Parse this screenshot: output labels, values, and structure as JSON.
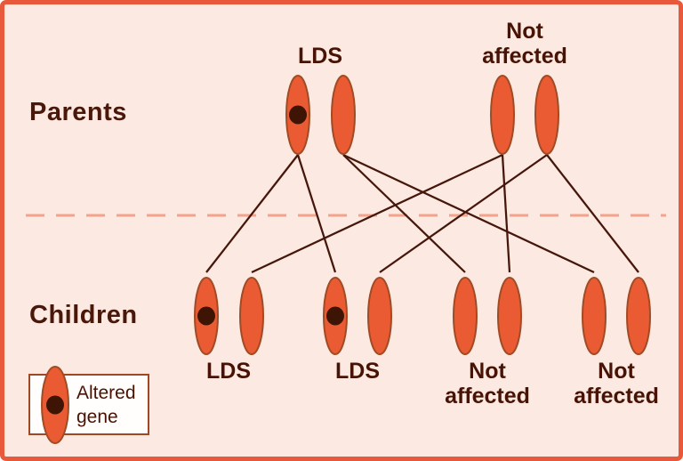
{
  "rows": {
    "parents_label": "Parents",
    "children_label": "Children"
  },
  "legend": {
    "label": "Altered gene"
  },
  "colors": {
    "panel_background": "#fbe9e2",
    "panel_border": "#e8583a",
    "chromosome_fill": "#eb5b33",
    "chromosome_stroke": "#a04b24",
    "altered_gene_dot": "#3e1505",
    "connection_line": "#45170b",
    "divider_dash": "#f5a28b",
    "label_text": "#481508",
    "legend_box_border": "#a04724",
    "legend_box_fill": "#fffefd"
  },
  "pedigree": {
    "parents": [
      {
        "id": "p0",
        "label": "LDS",
        "chromosomes": [
          {
            "id": "p0c0",
            "altered": true
          },
          {
            "id": "p0c1",
            "altered": false
          }
        ]
      },
      {
        "id": "p1",
        "label": "Not affected",
        "chromosomes": [
          {
            "id": "p1c0",
            "altered": false
          },
          {
            "id": "p1c1",
            "altered": false
          }
        ]
      }
    ],
    "children": [
      {
        "id": "k0",
        "label": "LDS",
        "chromosomes": [
          {
            "id": "k0c0",
            "altered": true
          },
          {
            "id": "k0c1",
            "altered": false
          }
        ]
      },
      {
        "id": "k1",
        "label": "LDS",
        "chromosomes": [
          {
            "id": "k1c0",
            "altered": true
          },
          {
            "id": "k1c1",
            "altered": false
          }
        ]
      },
      {
        "id": "k2",
        "label": "Not affected",
        "chromosomes": [
          {
            "id": "k2c0",
            "altered": false
          },
          {
            "id": "k2c1",
            "altered": false
          }
        ]
      },
      {
        "id": "k3",
        "label": "Not affected",
        "chromosomes": [
          {
            "id": "k3c0",
            "altered": false
          },
          {
            "id": "k3c1",
            "altered": false
          }
        ]
      }
    ],
    "connections": [
      {
        "from": "p0c0",
        "to": "k0c0"
      },
      {
        "from": "p0c0",
        "to": "k1c0"
      },
      {
        "from": "p0c1",
        "to": "k2c0"
      },
      {
        "from": "p0c1",
        "to": "k3c0"
      },
      {
        "from": "p1c0",
        "to": "k0c1"
      },
      {
        "from": "p1c0",
        "to": "k2c1"
      },
      {
        "from": "p1c1",
        "to": "k1c1"
      },
      {
        "from": "p1c1",
        "to": "k3c1"
      }
    ]
  }
}
